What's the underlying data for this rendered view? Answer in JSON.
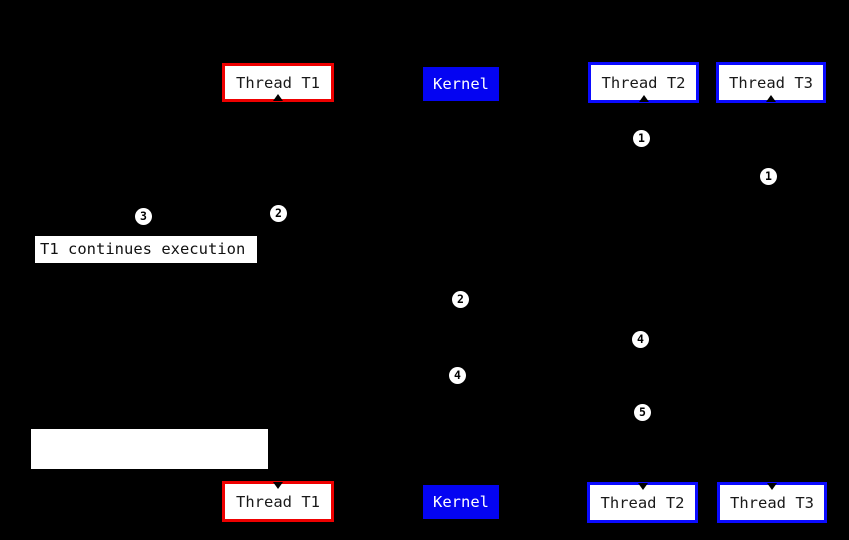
{
  "figure": {
    "description": "Thread and kernel signal-delivery sequence diagram on black background",
    "colors": {
      "background": "#000000",
      "box_fill": "#ffffff",
      "box_text": "#1a1a1a",
      "thread_t1_border": "#ee0000",
      "thread_t2_t3_border": "#0b0bff",
      "kernel_fill": "#0404f2",
      "kernel_text": "#ffffff",
      "marker_fill": "#ffffff",
      "marker_text": "#000000"
    }
  },
  "nodes": {
    "t1_top": {
      "label": "Thread T1"
    },
    "kernel_top": {
      "label": "Kernel"
    },
    "t2_top": {
      "label": "Thread T2"
    },
    "t3_top": {
      "label": "Thread T3"
    },
    "t1_bottom": {
      "label": "Thread T1"
    },
    "kernel_bottom": {
      "label": "Kernel"
    },
    "t2_bottom": {
      "label": "Thread T2"
    },
    "t3_bottom": {
      "label": "Thread T3"
    }
  },
  "step_markers": [
    {
      "num": "1",
      "near": "below-thread-t2-top"
    },
    {
      "num": "1",
      "near": "below-thread-t3-top"
    },
    {
      "num": "3",
      "near": "above-t1-continues-label"
    },
    {
      "num": "2",
      "near": "below-thread-t1-top"
    },
    {
      "num": "2",
      "near": "mid-kernel-column-upper"
    },
    {
      "num": "4",
      "near": "thread-t2-column-mid"
    },
    {
      "num": "4",
      "near": "kernel-column-lower"
    },
    {
      "num": "5",
      "near": "thread-t2-column-lower"
    }
  ],
  "annotations": {
    "t1_continues": {
      "text": "T1 continues execution"
    },
    "blank_label_box": {
      "text": ""
    }
  }
}
